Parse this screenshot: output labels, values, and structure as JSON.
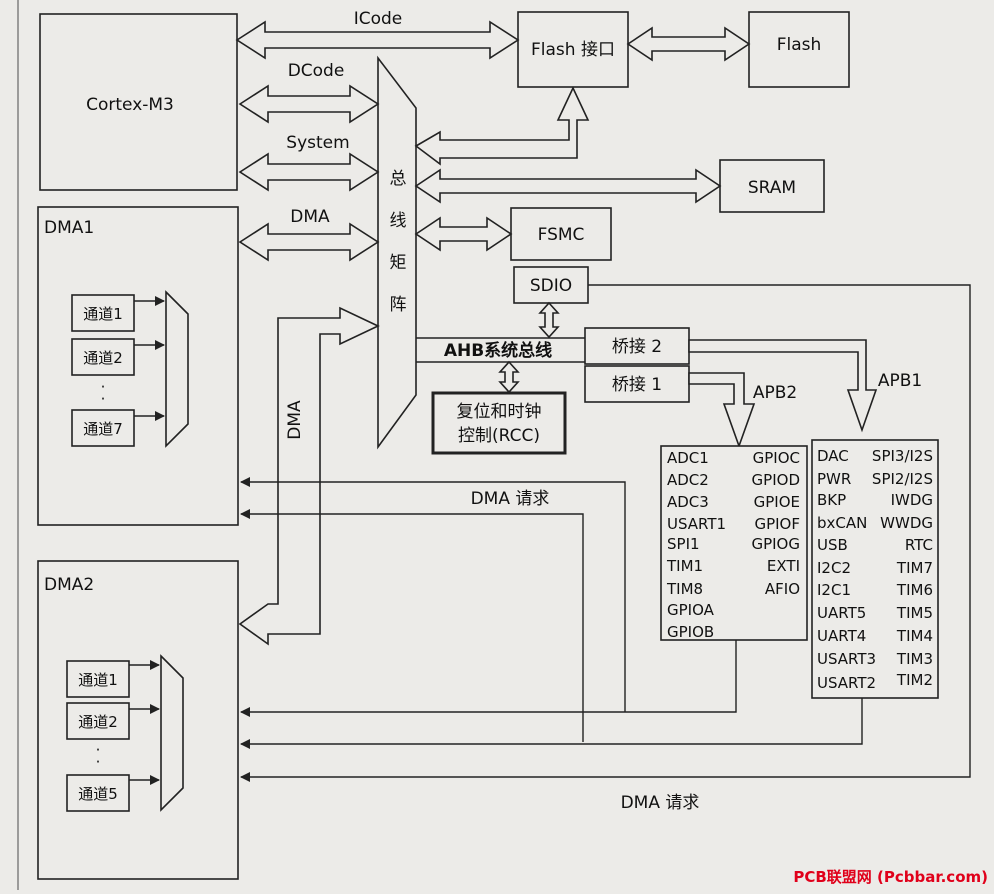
{
  "cortex": "Cortex-M3",
  "flash_if": "Flash 接口",
  "flash": "Flash",
  "sram": "SRAM",
  "fsmc": "FSMC",
  "sdio": "SDIO",
  "bus_matrix": [
    "总",
    "线",
    "矩",
    "阵"
  ],
  "icode": "ICode",
  "dcode": "DCode",
  "system": "System",
  "dma_bus": "DMA",
  "dma_vertical": "DMA",
  "ahb": "AHB系统总线",
  "bridge2": "桥接 2",
  "bridge1": "桥接 1",
  "apb2": "APB2",
  "apb1": "APB1",
  "rcc": [
    "复位和时钟",
    "控制(RCC)"
  ],
  "dma1": {
    "title": "DMA1",
    "ch1": "通道1",
    "ch2": "通道2",
    "dots": "·",
    "ch_last": "通道7"
  },
  "dma2": {
    "title": "DMA2",
    "ch1": "通道1",
    "ch2": "通道2",
    "dots": "·",
    "ch_last": "通道5"
  },
  "dma_req1": "DMA 请求",
  "dma_req2": "DMA 请求",
  "apb2_left": [
    "ADC1",
    "ADC2",
    "ADC3",
    "USART1",
    "SPI1",
    "TIM1",
    "TIM8",
    "GPIOA",
    "GPIOB"
  ],
  "apb2_right": [
    "GPIOC",
    "GPIOD",
    "GPIOE",
    "GPIOF",
    "GPIOG",
    "EXTI",
    "AFIO"
  ],
  "apb1_left": [
    "DAC",
    "PWR",
    "BKP",
    "bxCAN",
    "USB",
    "I2C2",
    "I2C1",
    "UART5",
    "UART4",
    "USART3",
    "USART2"
  ],
  "apb1_right": [
    "SPI3/I2S",
    "SPI2/I2S",
    "IWDG",
    "WWDG",
    "RTC",
    "TIM7",
    "TIM6",
    "TIM5",
    "TIM4",
    "TIM3",
    "TIM2"
  ],
  "watermark": "PCB联盟网 (Pcbbar.com)",
  "colors": {
    "line": "#222222",
    "background": "#ecebe8",
    "watermark": "#e0001a"
  }
}
